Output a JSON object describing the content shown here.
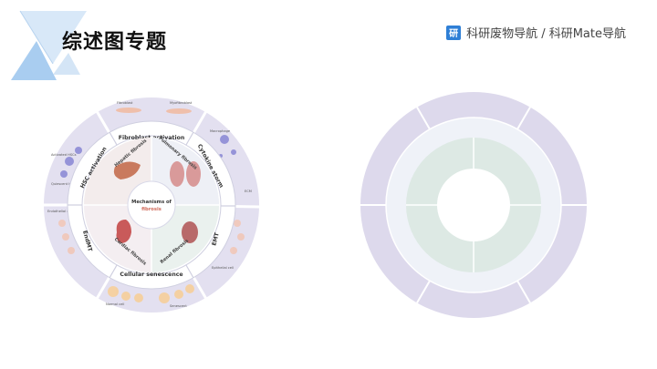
{
  "header": {
    "title": "综述图专题",
    "brand_logo_char": "研",
    "brand_text": "科研废物导航 / 科研Mate导航"
  },
  "figure_left": {
    "center_label_line1": "Mechanisms of",
    "center_label_line2": "fibrosis",
    "middle_ring_labels": [
      "Hepatic fibrosis",
      "Pulmonary fibrosis",
      "Cardiac fibrosis",
      "Renal fibrosis"
    ],
    "ring_labels": [
      "Fibroblast activation",
      "Cytokine storm",
      "EMT",
      "Cellular senescence",
      "EndMT",
      "HSC activation"
    ],
    "outer_labels": [
      "Fibroblast",
      "Myofibroblast",
      "Macrophage",
      "ECM",
      "Epithelial cell",
      "Normal cell",
      "Senescent",
      "Endothelial cell",
      "Activated HSCs",
      "Quiescent HSCs"
    ]
  },
  "figure_right": {
    "outer_segments": 6,
    "middle_segments": 4
  },
  "colors": {
    "brand_blue": "#2f7fd6",
    "ring_purple": "#ddd9ec",
    "inner_light": "#eef2f8",
    "core_green": "#dde9e4"
  }
}
